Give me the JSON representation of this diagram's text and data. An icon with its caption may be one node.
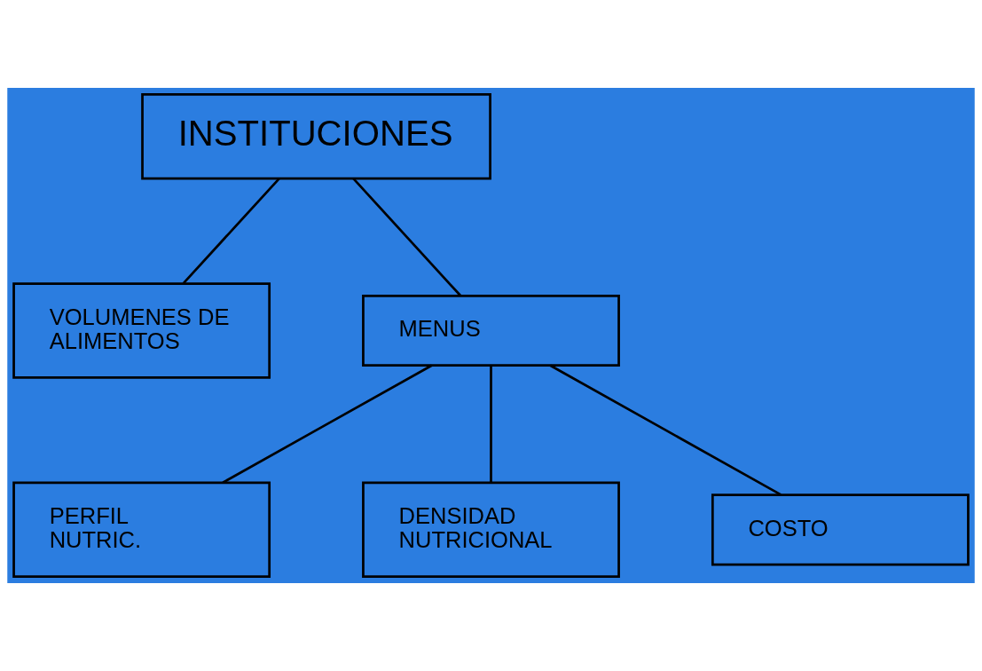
{
  "diagram": {
    "nodes": [
      {
        "text": [
          "INSTITUCIONES"
        ]
      },
      {
        "text": [
          "VOLUMENES DE ALIMENTOS"
        ]
      },
      {
        "text": [
          "MENUS"
        ]
      },
      {
        "text": [
          "PERFIL NUTRIC."
        ]
      },
      {
        "text": [
          "DENSIDAD NUTRICIONAL"
        ]
      },
      {
        "text": [
          "COSTO"
        ]
      }
    ],
    "edges": [
      {
        "from": 0,
        "to": 1,
        "arrow": "none"
      },
      {
        "from": 0,
        "to": 2,
        "arrow": "none"
      },
      {
        "from": 2,
        "to": 3,
        "arrow": "none"
      },
      {
        "from": 2,
        "to": 4,
        "arrow": "none"
      },
      {
        "from": 2,
        "to": 5,
        "arrow": "none"
      }
    ]
  }
}
